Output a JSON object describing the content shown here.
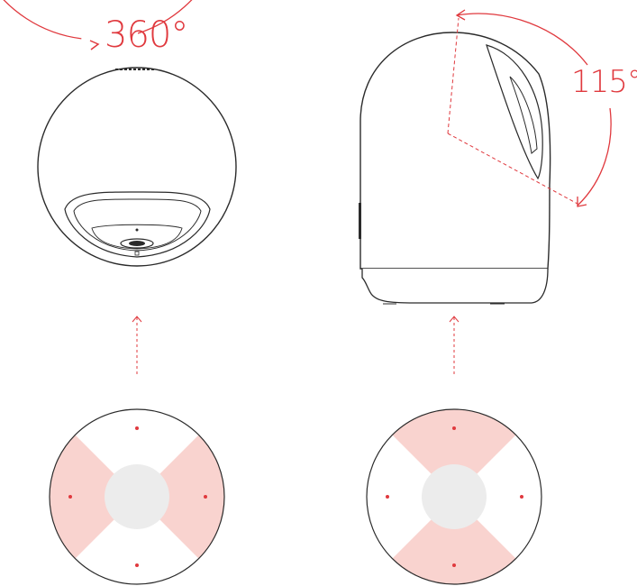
{
  "labels": {
    "pan": "360°",
    "tilt": "115°"
  },
  "colors": {
    "accent": "#e0393e",
    "outline": "#2b2b2b",
    "zone_fill": "#f9d3cf",
    "hub_fill": "#ececec",
    "background": "#ffffff"
  },
  "icons": {
    "pan_arrow": "curved-arrow-clockwise",
    "tilt_arrow": "curved-arrow-double",
    "link_arrow": "dashed-up-arrow"
  }
}
